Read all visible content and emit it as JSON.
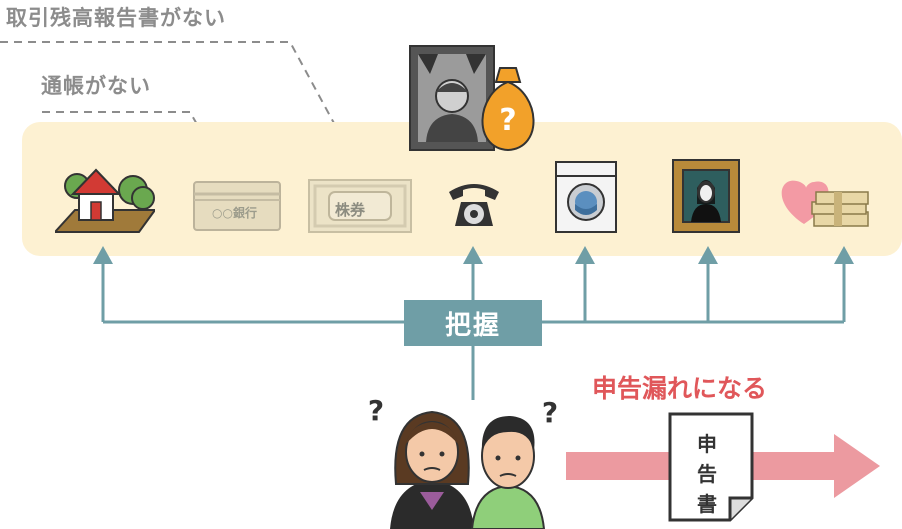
{
  "labels": {
    "no_balance_certificate": "取引残高報告書がない",
    "no_passbook": "通帳がない",
    "grasp": "把握",
    "declaration_omission": "申告漏れになる"
  },
  "items": {
    "passbook_text": "○○銀行",
    "stock_text": "株券",
    "document_chars": [
      "申",
      "告",
      "書"
    ]
  },
  "colors": {
    "band": "#fdf1d2",
    "arrow": "#6f9ea6",
    "grasp_box": "#6f9ea6",
    "omission_text": "#e0575a",
    "red_arrow": "#ec9aa0",
    "gray_label": "#8c8c8c"
  },
  "icons": [
    "house-icon",
    "passbook-icon",
    "stock-certificate-icon",
    "telephone-icon",
    "washing-machine-icon",
    "painting-icon",
    "heart-money-icon",
    "deceased-portrait-icon",
    "money-bag-icon",
    "worried-couple-icon",
    "tax-return-document-icon"
  ]
}
